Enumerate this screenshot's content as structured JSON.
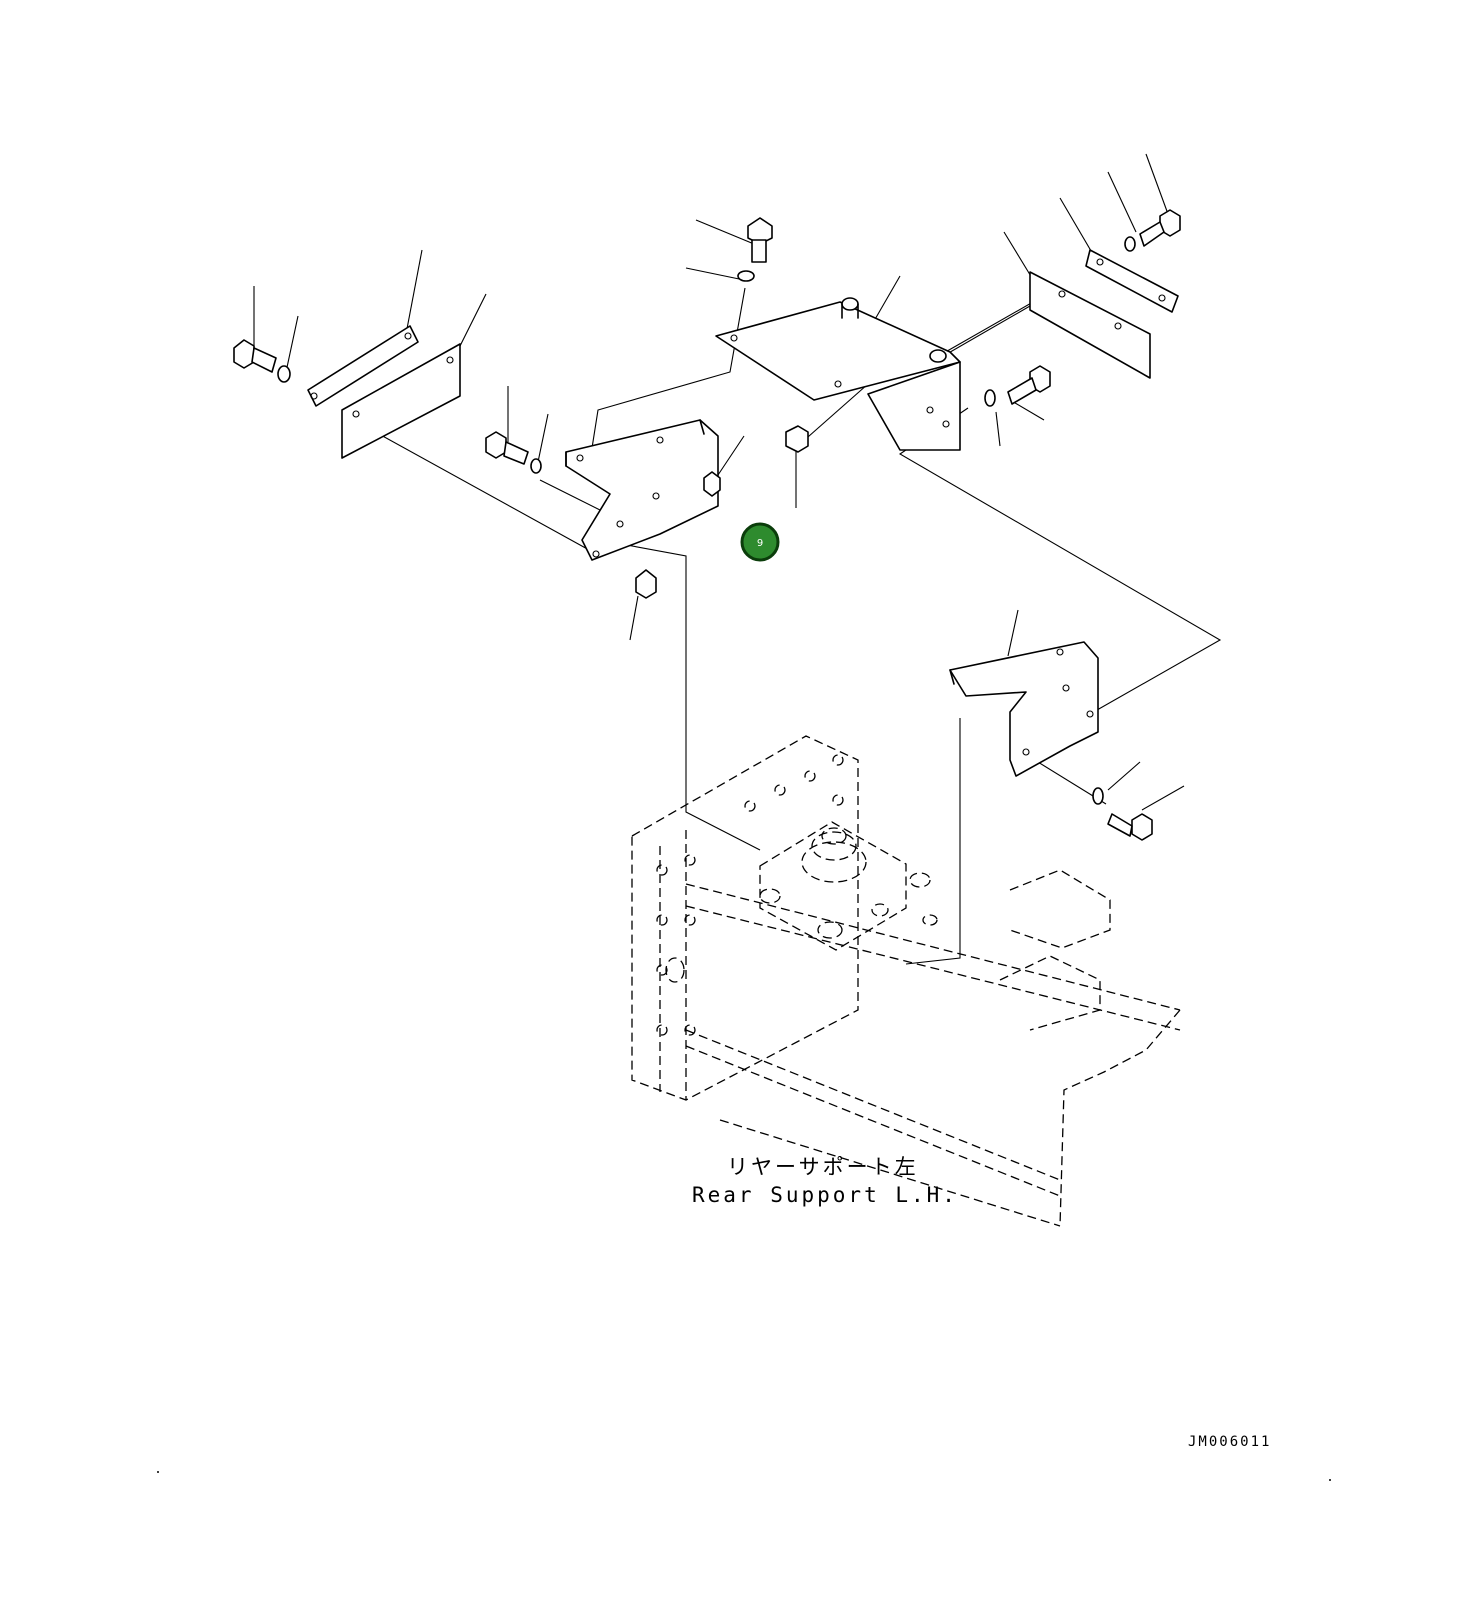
{
  "diagram": {
    "caption_jp": "リヤーサポート左",
    "caption_en": "Rear Support L.H.",
    "drawing_id": "JM006011"
  },
  "callouts": [
    {
      "label": "9",
      "color": "#2e8b2e",
      "border_color": "#0b3d0b"
    }
  ]
}
